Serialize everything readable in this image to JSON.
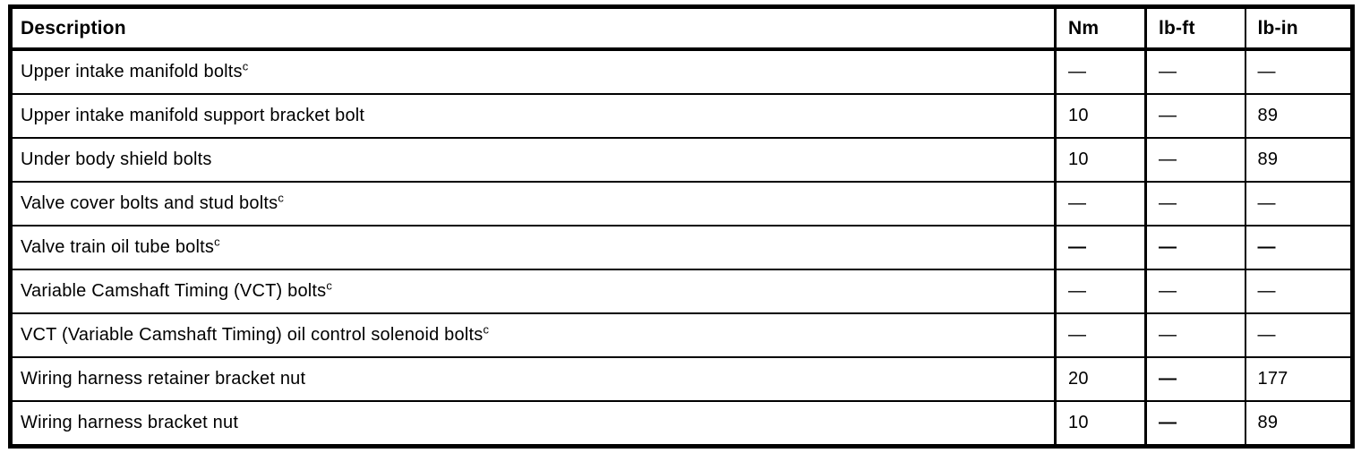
{
  "colors": {
    "background": "#ffffff",
    "border": "#000000",
    "text": "#000000"
  },
  "table": {
    "columns": [
      {
        "label": "Description"
      },
      {
        "label": "Nm"
      },
      {
        "label": "lb-ft"
      },
      {
        "label": "lb-in"
      }
    ],
    "dash": "—",
    "rows": [
      {
        "description": "Upper intake manifold bolts",
        "footnote": "c",
        "nm": {
          "text": "—",
          "bold": false
        },
        "lb_ft": {
          "text": "—",
          "bold": false
        },
        "lb_in": {
          "text": "—",
          "bold": false
        }
      },
      {
        "description": "Upper intake manifold support bracket bolt",
        "footnote": null,
        "nm": {
          "text": "10",
          "bold": false
        },
        "lb_ft": {
          "text": "—",
          "bold": false
        },
        "lb_in": {
          "text": "89",
          "bold": false
        }
      },
      {
        "description": "Under body shield bolts",
        "footnote": null,
        "nm": {
          "text": "10",
          "bold": false
        },
        "lb_ft": {
          "text": "—",
          "bold": false
        },
        "lb_in": {
          "text": "89",
          "bold": false
        }
      },
      {
        "description": "Valve cover bolts and stud bolts",
        "footnote": "c",
        "nm": {
          "text": "—",
          "bold": false
        },
        "lb_ft": {
          "text": "—",
          "bold": false
        },
        "lb_in": {
          "text": "—",
          "bold": false
        }
      },
      {
        "description": "Valve train oil tube bolts",
        "footnote": "c",
        "nm": {
          "text": "—",
          "bold": true
        },
        "lb_ft": {
          "text": "—",
          "bold": true
        },
        "lb_in": {
          "text": "—",
          "bold": true
        }
      },
      {
        "description": "Variable Camshaft Timing (VCT) bolts",
        "footnote": "c",
        "nm": {
          "text": "—",
          "bold": false
        },
        "lb_ft": {
          "text": "—",
          "bold": false
        },
        "lb_in": {
          "text": "—",
          "bold": false
        }
      },
      {
        "description": "VCT (Variable Camshaft Timing) oil control solenoid bolts",
        "footnote": "c",
        "nm": {
          "text": "—",
          "bold": false
        },
        "lb_ft": {
          "text": "—",
          "bold": false
        },
        "lb_in": {
          "text": "—",
          "bold": false
        }
      },
      {
        "description": "Wiring harness retainer bracket nut",
        "footnote": null,
        "nm": {
          "text": "20",
          "bold": false
        },
        "lb_ft": {
          "text": "—",
          "bold": true
        },
        "lb_in": {
          "text": "177",
          "bold": false
        }
      },
      {
        "description": "Wiring harness bracket nut",
        "footnote": null,
        "nm": {
          "text": "10",
          "bold": false
        },
        "lb_ft": {
          "text": "—",
          "bold": true
        },
        "lb_in": {
          "text": "89",
          "bold": false
        }
      }
    ]
  }
}
